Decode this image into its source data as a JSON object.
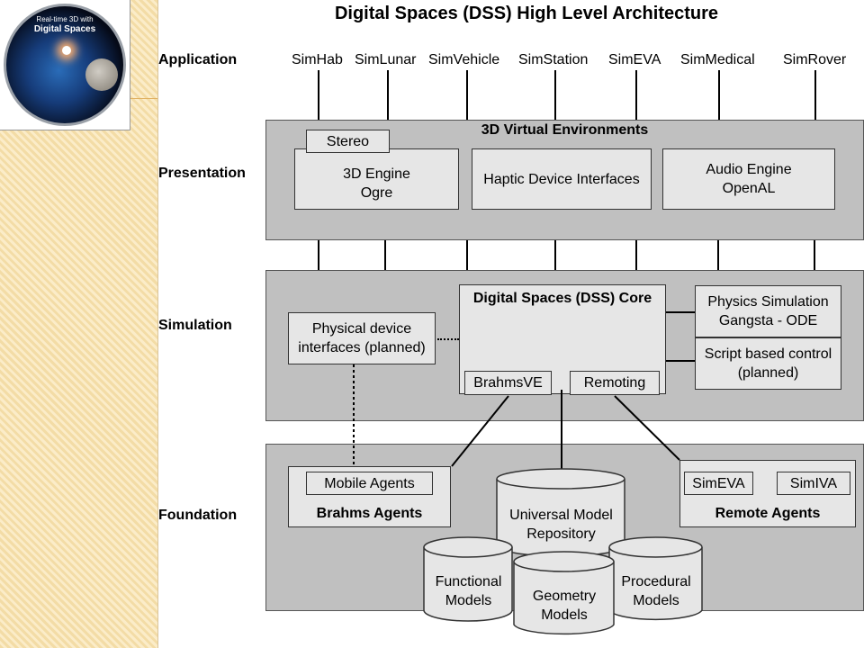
{
  "logo": {
    "line1": "Real-time 3D with",
    "line2": "Digital Spaces"
  },
  "title": "Digital Spaces (DSS) High Level Architecture",
  "layers": {
    "application": "Application",
    "presentation": "Presentation",
    "simulation": "Simulation",
    "foundation": "Foundation"
  },
  "applications": [
    "SimHab",
    "SimLunar",
    "SimVehicle",
    "SimStation",
    "SimEVA",
    "SimMedical",
    "SimRover"
  ],
  "presentation": {
    "header": "3D Virtual Environments",
    "stereo": "Stereo",
    "engine_line1": "3D Engine",
    "engine_line2": "Ogre",
    "haptic": "Haptic Device Interfaces",
    "audio_line1": "Audio Engine",
    "audio_line2": "OpenAL"
  },
  "simulation": {
    "physical_line1": "Physical device",
    "physical_line2": "interfaces (planned)",
    "core": "Digital Spaces (DSS) Core",
    "brahmsve": "BrahmsVE",
    "remoting": "Remoting",
    "physics_line1": "Physics Simulation",
    "physics_line2": "Gangsta - ODE",
    "script_line1": "Script based control",
    "script_line2": "(planned)"
  },
  "foundation": {
    "mobile_agents": "Mobile Agents",
    "brahms_agents": "Brahms Agents",
    "umr_line1": "Universal Model",
    "umr_line2": "Repository",
    "functional_line1": "Functional",
    "functional_line2": "Models",
    "geometry_line1": "Geometry",
    "geometry_line2": "Models",
    "procedural_line1": "Procedural",
    "procedural_line2": "Models",
    "simeva": "SimEVA",
    "simiva": "SimIVA",
    "remote_agents": "Remote Agents"
  }
}
